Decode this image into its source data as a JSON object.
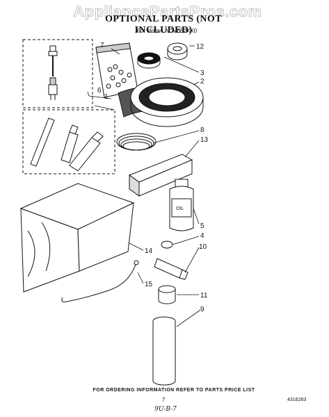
{
  "watermark": "AppliancePartsPros.com",
  "title": "OPTIONAL PARTS (NOT INCLUDED)",
  "model_line": "For Model: ACM052XX0",
  "callouts": [
    "1",
    "2",
    "3",
    "4",
    "5",
    "6",
    "7",
    "8",
    "9",
    "10",
    "11",
    "12",
    "13",
    "14",
    "15"
  ],
  "bottle_label": "OIL",
  "footnote": "FOR ORDERING INFORMATION REFER TO PARTS PRICE LIST",
  "page_number": "7",
  "document_number": "4316263",
  "handwritten_note": "9U-B-7"
}
